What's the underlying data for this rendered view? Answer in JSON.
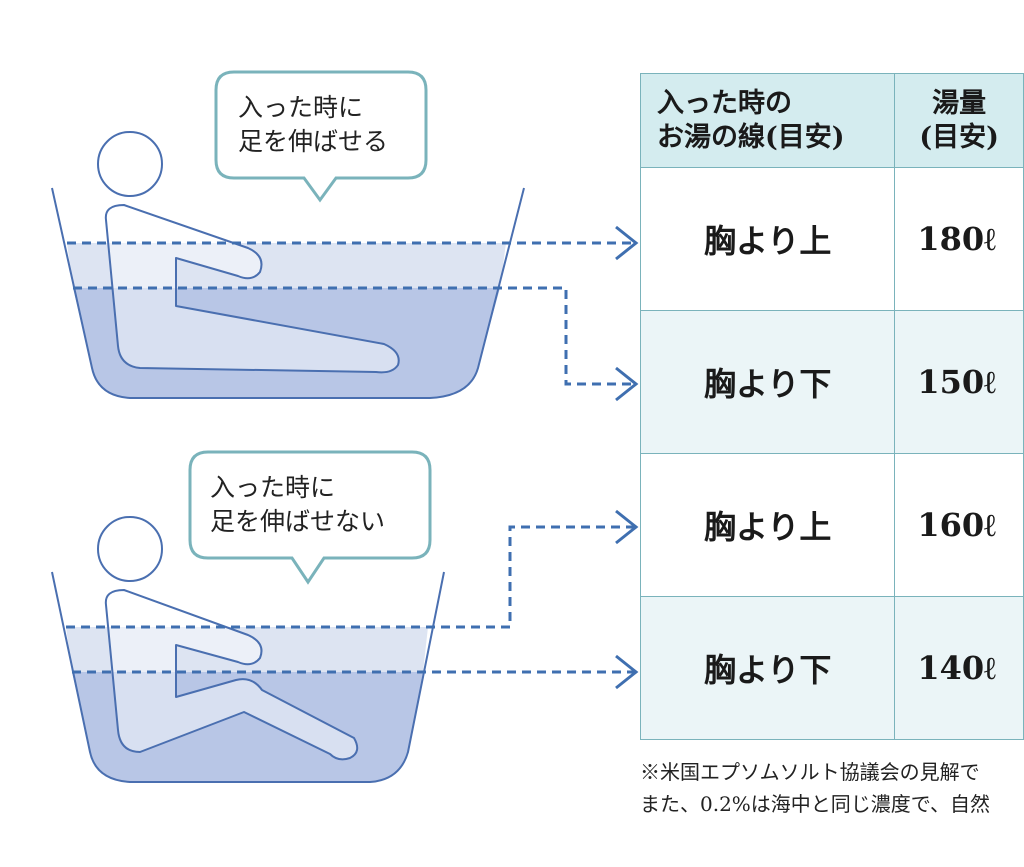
{
  "bubbles": [
    {
      "line1": "入った時に",
      "line2": "足を伸ばせる"
    },
    {
      "line1": "入った時に",
      "line2": "足を伸ばせない"
    }
  ],
  "table": {
    "headers": [
      {
        "line1": "入った時の",
        "line2": "お湯の線(目安)"
      },
      {
        "line1": "湯量",
        "line2": "(目安)"
      }
    ],
    "rows": [
      {
        "level": "胸より上",
        "volume": "180ℓ"
      },
      {
        "level": "胸より下",
        "volume": "150ℓ"
      },
      {
        "level": "胸より上",
        "volume": "160ℓ"
      },
      {
        "level": "胸より下",
        "volume": "140ℓ"
      }
    ]
  },
  "notes": [
    "※米国エプソムソルト協議会の見解で",
    "また、0.2%は海中と同じ濃度で、自然"
  ],
  "colors": {
    "water_light": "#dde4f2",
    "water_dark": "#b8c6e6",
    "tub_stroke": "#4a6fb0",
    "dashed_arrow": "#3f6fb0",
    "bubble_border": "#7ab3bb",
    "table_header": "#d4ecef",
    "table_alt": "#ebf5f7"
  }
}
